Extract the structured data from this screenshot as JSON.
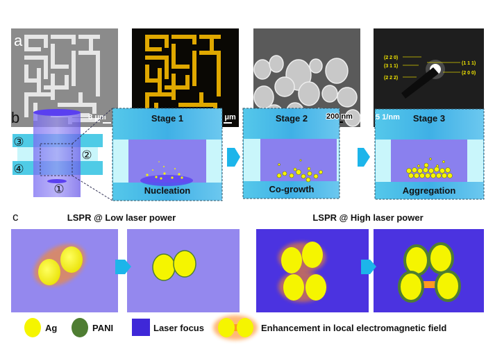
{
  "panels": {
    "a": "a",
    "b": "b",
    "c": "c"
  },
  "panel_a": {
    "images": [
      {
        "scale_bar": "8 μm"
      },
      {
        "scale_bar": "8 μm"
      },
      {
        "scale_bar": "200 nm"
      },
      {
        "scale_bar": "5 1/nm"
      }
    ],
    "diffraction_labels": {
      "left": [
        "(2 2 0)",
        "(3 1 1)",
        "(2 2 2)"
      ],
      "right": [
        "(1 1 1)",
        "(2 0 0)"
      ]
    }
  },
  "panel_b": {
    "markers": [
      "①",
      "②",
      "③",
      "④"
    ],
    "stages": [
      {
        "title": "Stage 1",
        "caption": "Nucleation"
      },
      {
        "title": "Stage 2",
        "caption": "Co-growth"
      },
      {
        "title": "Stage 3",
        "caption": "Aggregation"
      }
    ]
  },
  "panel_c": {
    "titles": [
      "LSPR @ Low laser power",
      "LSPR @ High laser power"
    ],
    "legend": [
      "Ag",
      "PANI",
      "Laser focus",
      "Enhancement in local electromagnetic field"
    ]
  },
  "colors": {
    "ag": "#f5f500",
    "pani": "#4e7d32",
    "laser_low": "#9488ee",
    "laser_high": "#4b33e0",
    "arrow": "#1cb5ea",
    "band": "#4fcbe6"
  }
}
